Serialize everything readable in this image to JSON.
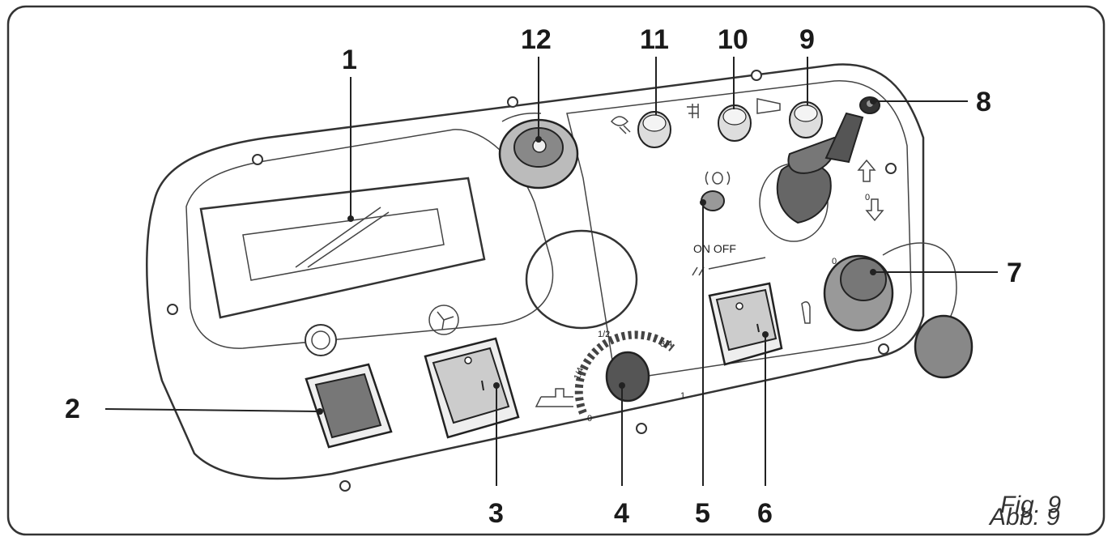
{
  "callouts": {
    "c1": "1",
    "c2": "2",
    "c3": "3",
    "c4": "4",
    "c5": "5",
    "c6": "6",
    "c7": "7",
    "c8": "8",
    "c9": "9",
    "c10": "10",
    "c11": "11",
    "c12": "12"
  },
  "switch_label": "ON OFF",
  "dial_scale": {
    "s0": "0",
    "s14": "1/4",
    "s12": "1/2",
    "s34": "3/4",
    "s1": "1"
  },
  "joystick_center_mark": "0",
  "key_mark": "0",
  "caption_fig": "Fig. 9",
  "caption_abb": "Abb. 9"
}
